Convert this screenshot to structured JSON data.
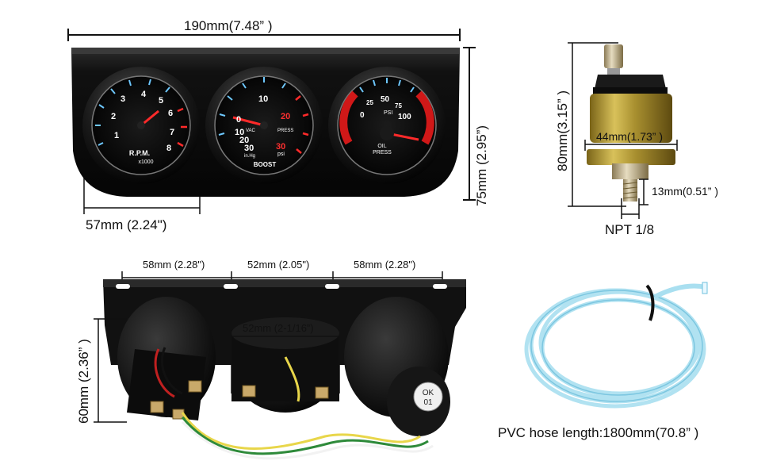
{
  "top_gauges": {
    "width_label": "190mm(7.48” )",
    "height_label": "75mm (2.95”)",
    "gauge_diameter_label": "57mm (2.24\")",
    "tach": {
      "label": "R.P.M.",
      "sub": "x1000",
      "ticks": [
        "1",
        "2",
        "3",
        "4",
        "5",
        "6",
        "7",
        "8"
      ]
    },
    "boost": {
      "label": "BOOST",
      "vac": "VAC",
      "press": "PRESS",
      "inhg": "in.Hg",
      "psi": "psi",
      "ticks_left": [
        "0",
        "10",
        "20",
        "30"
      ],
      "ticks_right": [
        "10",
        "20",
        "30"
      ]
    },
    "oil": {
      "label1": "OIL",
      "label2": "PRESS",
      "unit": "PSI",
      "ticks": [
        "0",
        "25",
        "50",
        "75",
        "100"
      ]
    }
  },
  "sensor": {
    "height_label": "80mm(3.15” )",
    "width_label": "44mm(1.73” )",
    "thread_label": "13mm(0.51” )",
    "npt_label": "NPT 1/8"
  },
  "rear_view": {
    "spacing_left": "58mm (2.28\")",
    "spacing_mid": "52mm (2.05\")",
    "spacing_right": "58mm (2.28\")",
    "height_label": "60mm (2.36” )",
    "cup_label": "52mm (2-1/16”)",
    "sticker_line1": "OK",
    "sticker_line2": "01"
  },
  "hose": {
    "caption": "PVC hose length:1800mm(70.8” )"
  }
}
